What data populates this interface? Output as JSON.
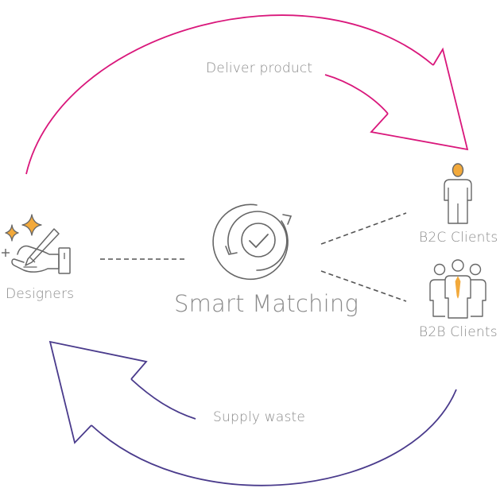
{
  "labels": {
    "deliver": "Deliver product",
    "supply": "Supply waste",
    "designers": "Designers",
    "smart_matching": "Smart Matching",
    "b2c": "B2C Clients",
    "b2b": "B2B Clients"
  },
  "icons": {
    "designers": "hand-drawing-sparkles-icon",
    "smart_matching": "cycle-check-icon",
    "b2c": "single-person-icon",
    "b2b": "group-people-icon"
  },
  "colors": {
    "deliver_arrow": "#d9177b",
    "supply_arrow": "#4a3b8c",
    "accent": "#f2a93b",
    "text": "#8a8a8a",
    "icon_stroke": "#666666",
    "connector": "#555555"
  }
}
